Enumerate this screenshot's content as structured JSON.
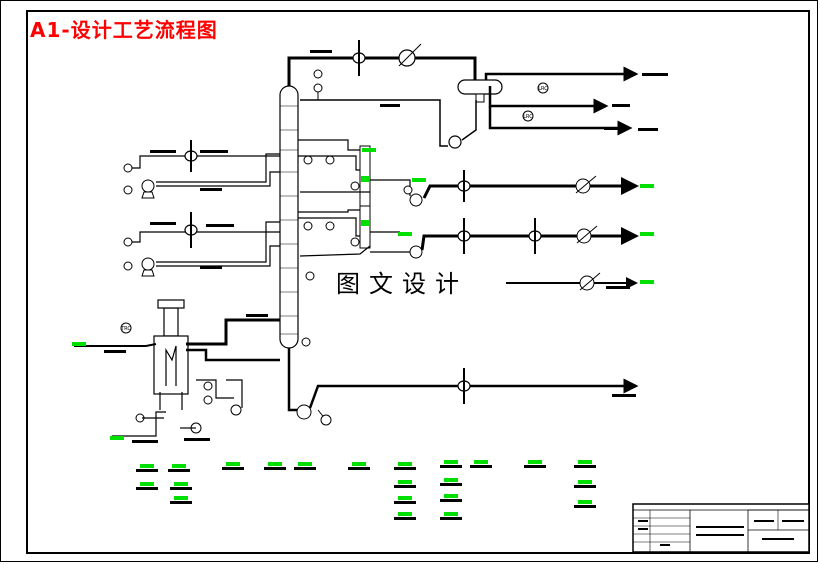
{
  "drawing": {
    "title": "A1-设计工艺流程图",
    "watermark": "图文设计",
    "accent_color": "#00e000",
    "title_color": "#ff0000",
    "line_color": "#000000"
  },
  "instruments": {
    "reflux_drum_gauge": "LRC",
    "reflux_pump_gauge": "LRC",
    "furnace_gauge": "TRC"
  },
  "title_block": {
    "rows": [
      "",
      "",
      "",
      "",
      ""
    ],
    "drawing_name": "",
    "drawing_number": ""
  }
}
